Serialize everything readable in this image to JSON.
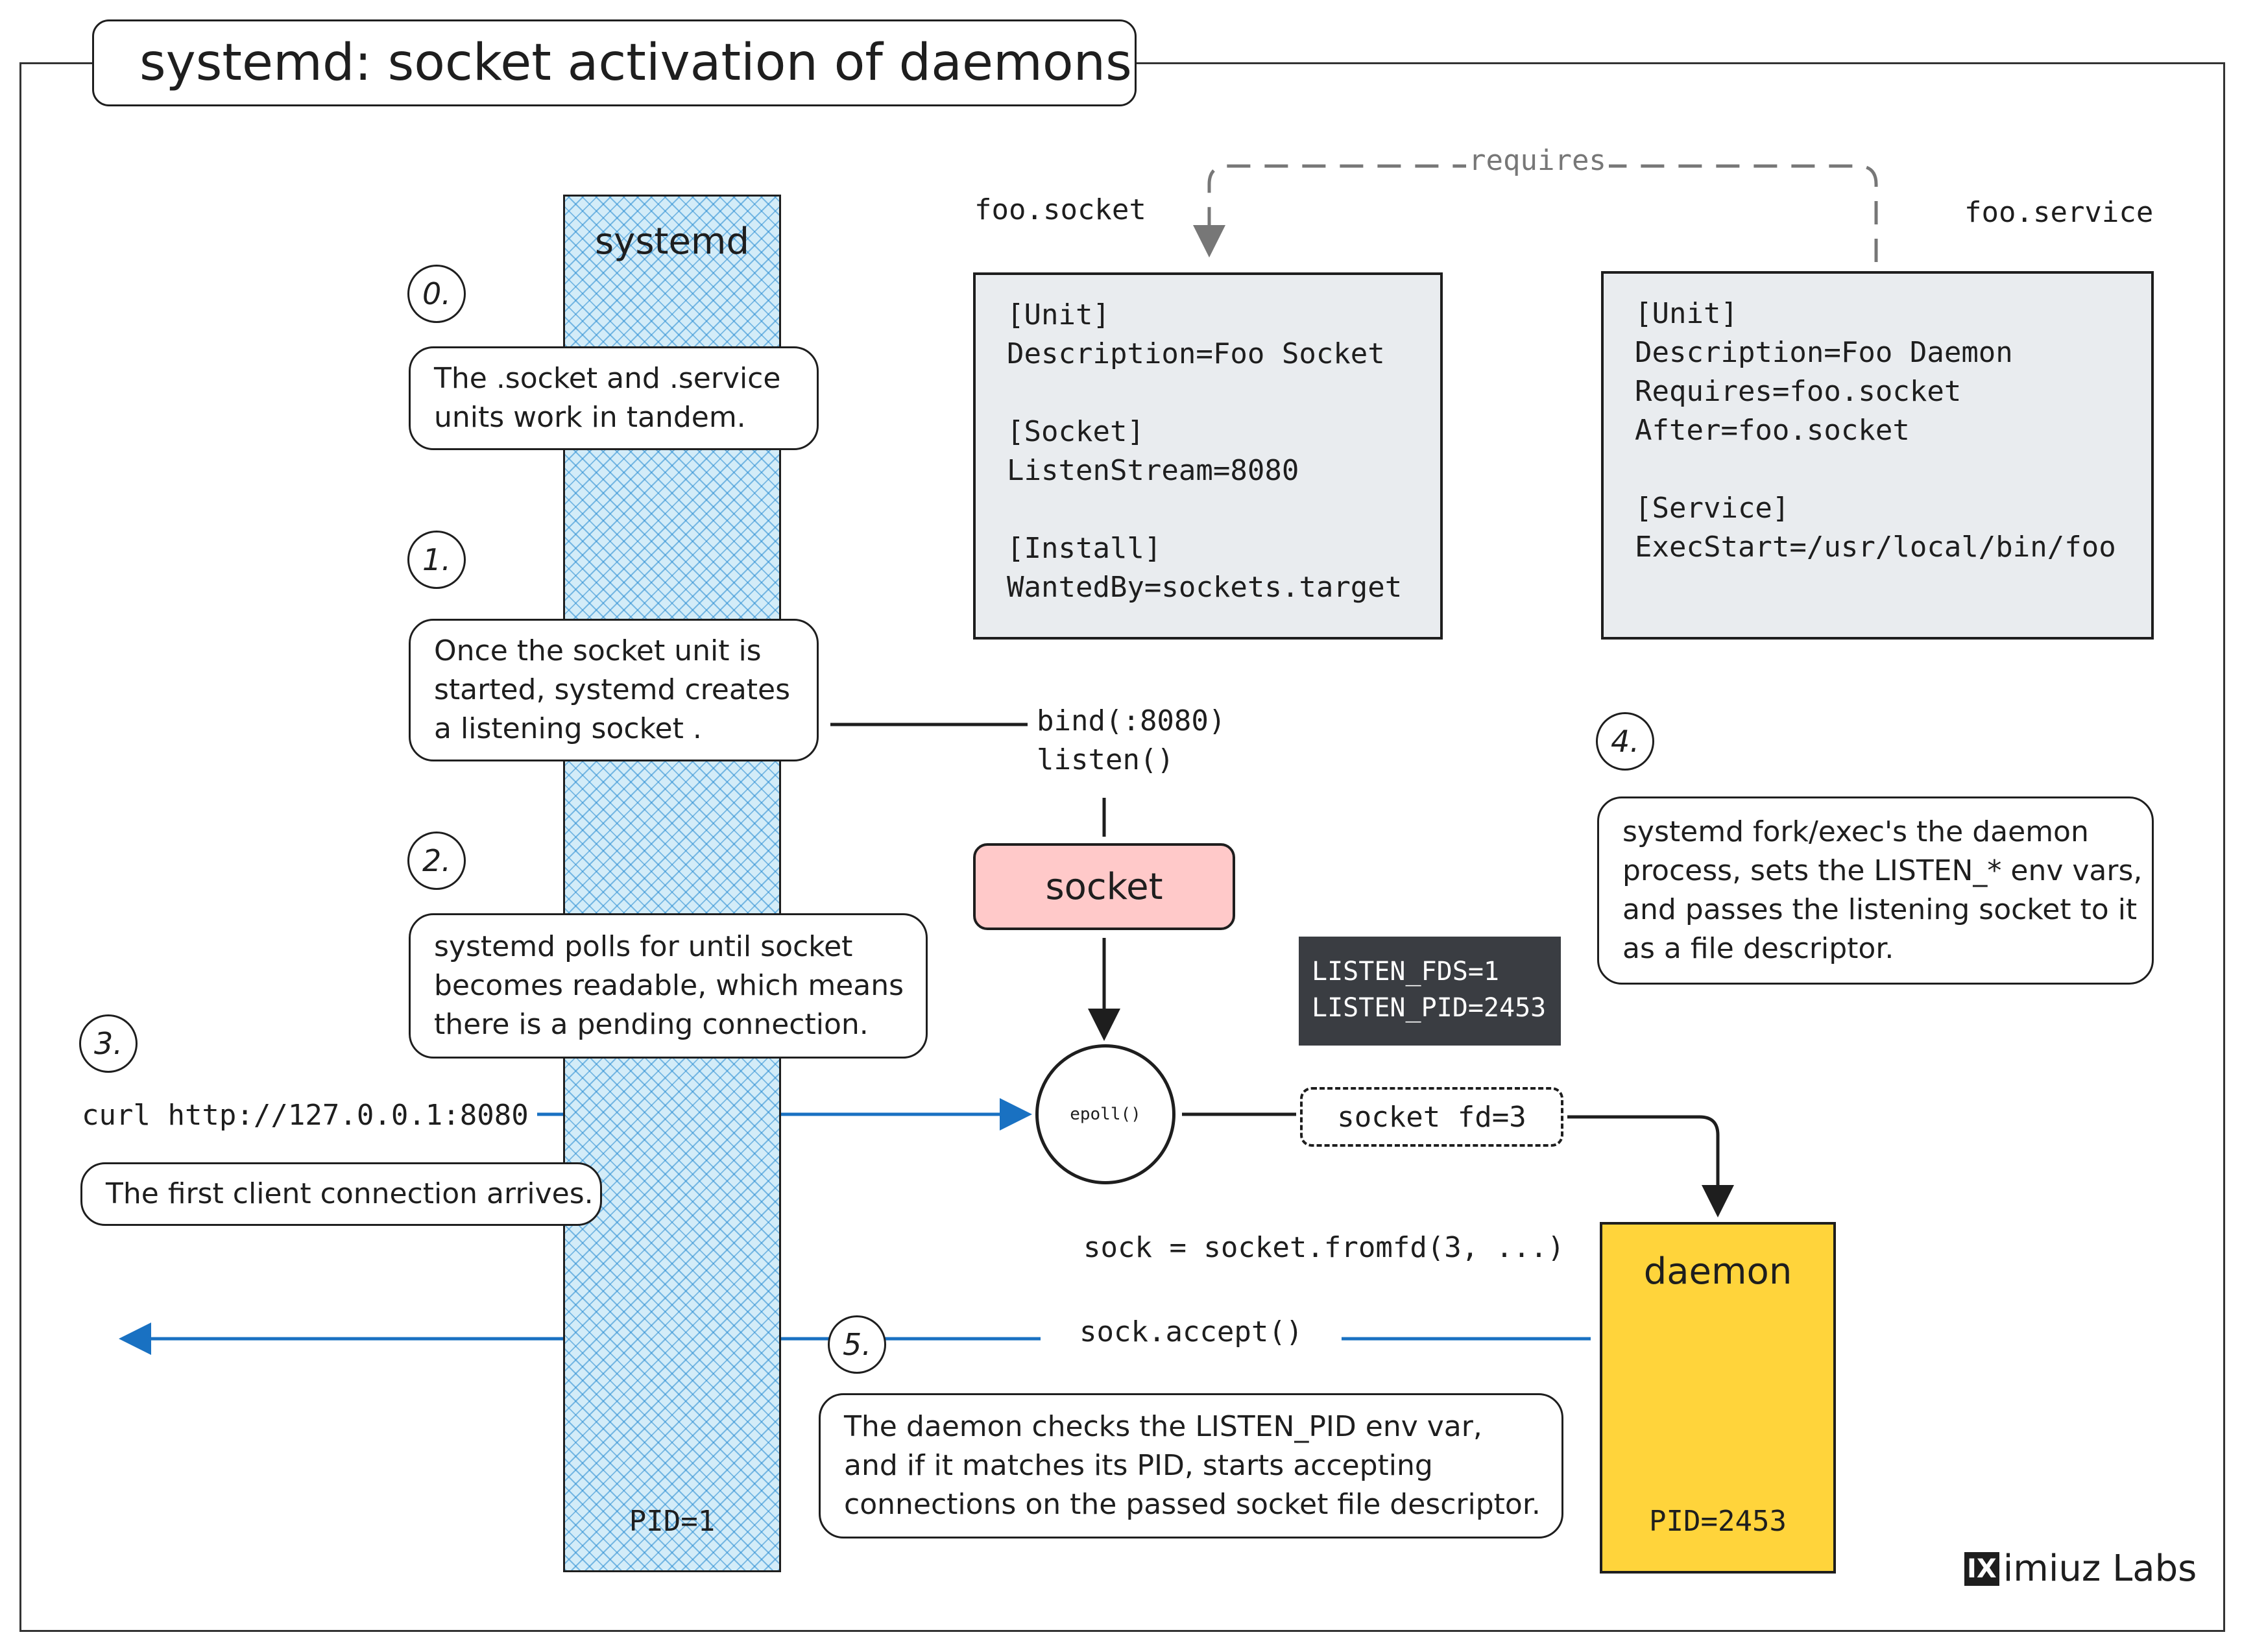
{
  "title": "systemd: socket activation of daemons",
  "systemd_column": {
    "title": "systemd",
    "pid": "PID=1"
  },
  "steps": [
    {
      "num": "0.",
      "text": "The .socket and .service\nunits work in tandem."
    },
    {
      "num": "1.",
      "text": "Once the socket unit is\nstarted, systemd creates\na listening socket ."
    },
    {
      "num": "2.",
      "text": "systemd polls for until socket\nbecomes readable, which means\nthere is a pending connection."
    },
    {
      "num": "3.",
      "text": "The first client connection arrives."
    },
    {
      "num": "4.",
      "text": "systemd fork/exec's the daemon\nprocess, sets the LISTEN_* env vars,\nand passes the listening socket to it\nas a file descriptor."
    },
    {
      "num": "5.",
      "text": "The daemon checks the LISTEN_PID env var,\nand if it matches its PID, starts accepting\nconnections on the passed socket file descriptor."
    }
  ],
  "foo_socket": {
    "filename": "foo.socket",
    "content": "[Unit]\nDescription=Foo Socket\n\n[Socket]\nListenStream=8080\n\n[Install]\nWantedBy=sockets.target"
  },
  "foo_service": {
    "filename": "foo.service",
    "content": "[Unit]\nDescription=Foo Daemon\nRequires=foo.socket\nAfter=foo.socket\n\n[Service]\nExecStart=/usr/local/bin/foo"
  },
  "requires_label": "requires",
  "bind_listen": "bind(:8080)\nlisten()",
  "socket_label": "socket",
  "env_vars": "LISTEN_FDS=1\nLISTEN_PID=2453",
  "epoll_label": "epoll()",
  "curl_command": "curl http://127.0.0.1:8080",
  "fd_label": "socket fd=3",
  "fromfd_code": "sock = socket.fromfd(3, ...)",
  "accept_code": "sock.accept()",
  "daemon": {
    "title": "daemon",
    "pid": "PID=2453"
  },
  "logo": {
    "mark": "IX",
    "text": "imiuz Labs"
  },
  "colors": {
    "arrow_blue": "#1971c2",
    "socket_fill": "#ffc9c9",
    "daemon_fill": "#ffd43b",
    "unit_file_fill": "#e9ecef",
    "env_box_fill": "#3a3d42",
    "systemd_hatch": "#288cd2"
  }
}
